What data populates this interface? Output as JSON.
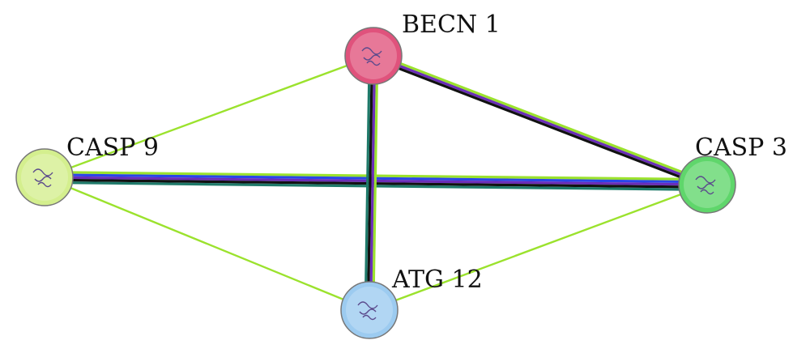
{
  "network": {
    "nodes": [
      {
        "id": "BECN1",
        "label": "BECN 1",
        "color": "#e0527c"
      },
      {
        "id": "CASP9",
        "label": "CASP 9",
        "color": "#d4ef8e"
      },
      {
        "id": "CASP3",
        "label": "CASP 3",
        "color": "#5fd66b"
      },
      {
        "id": "ATG12",
        "label": "ATG 12",
        "color": "#9ccbf0"
      }
    ],
    "edges": [
      {
        "from": "CASP9",
        "to": "CASP3",
        "colors": [
          "#9be22d",
          "#2a46e8",
          "#6a2db8",
          "#111111",
          "#1f7a6a"
        ]
      },
      {
        "from": "BECN1",
        "to": "ATG12",
        "colors": [
          "#9be22d",
          "#6a2db8",
          "#111111",
          "#1f7a6a"
        ]
      },
      {
        "from": "BECN1",
        "to": "CASP3",
        "colors": [
          "#9be22d",
          "#6a2db8",
          "#111111"
        ]
      },
      {
        "from": "BECN1",
        "to": "CASP9",
        "colors": [
          "#9be22d"
        ]
      },
      {
        "from": "CASP9",
        "to": "ATG12",
        "colors": [
          "#9be22d"
        ]
      },
      {
        "from": "ATG12",
        "to": "CASP3",
        "colors": [
          "#9be22d"
        ]
      }
    ]
  }
}
